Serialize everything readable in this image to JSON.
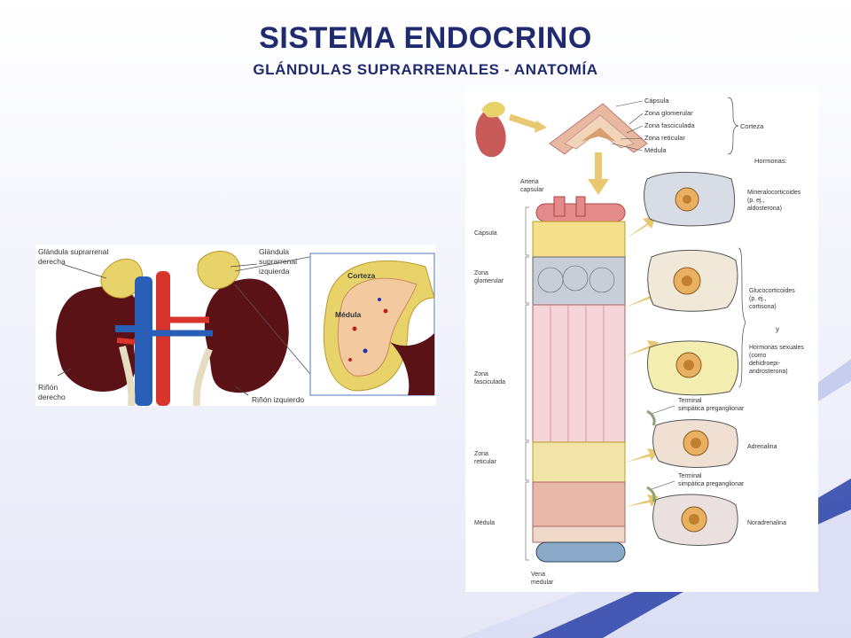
{
  "slide": {
    "title": "SISTEMA ENDOCRINO",
    "subtitle": "GLÁNDULAS SUPRARRENALES - ANATOMÍA"
  },
  "kidney_figure": {
    "labels": {
      "right_gland": [
        "Glándula suprarrenal",
        "derecha"
      ],
      "left_gland": [
        "Glándula",
        "suprarrenal",
        "izquierda"
      ],
      "right_kidney": [
        "Riñón",
        "derecho"
      ],
      "left_kidney": "Riñón izquierdo",
      "cortex": "Corteza",
      "medulla": "Médula"
    }
  },
  "histology_figure": {
    "structure_labels": {
      "capsula_top": "Cápsula",
      "zona_glomerular_top": "Zona glomerular",
      "zona_fasciculada_top": "Zona fasciculada",
      "zona_reticular_top": "Zona reticular",
      "medula_top": "Médula",
      "corteza": "Corteza",
      "hormonas": "Hormonas:"
    },
    "layer_labels": {
      "arteria": [
        "Arteria",
        "capsular"
      ],
      "capsula": "Cápsula",
      "glomerular": [
        "Zona",
        "glomerular"
      ],
      "fasciculada": [
        "Zona",
        "fasciculada"
      ],
      "reticular": [
        "Zona",
        "reticular"
      ],
      "medula": "Médula",
      "vena": [
        "Vena",
        "medular"
      ]
    },
    "hormone_labels": {
      "mineralocorticoides": [
        "Mineralocorticoides",
        "(p. ej.,",
        "aldosterona)"
      ],
      "glucocorticoides": [
        "Glucocorticoides",
        "(p. ej.,",
        "cortisona)"
      ],
      "y": "y",
      "sexuales": [
        "Hormonas sexuales",
        "(como",
        "dehidroepi-",
        "androsterona)"
      ],
      "terminal_1": [
        "Terminal",
        "simpática preganglionar"
      ],
      "adrenalina": "Adrenalina",
      "terminal_2": [
        "Terminal",
        "simpática preganglionar"
      ],
      "noradrenalina": "Noradrenalina"
    }
  },
  "colors": {
    "title": "#1f2b6e",
    "accent_swoosh": "#2a3fa8",
    "kidney": "#5a1216",
    "gland": "#e8d36a",
    "artery": "#d9342b",
    "vein": "#2a5fb8",
    "cortex_fill": "#f3c9a0"
  }
}
